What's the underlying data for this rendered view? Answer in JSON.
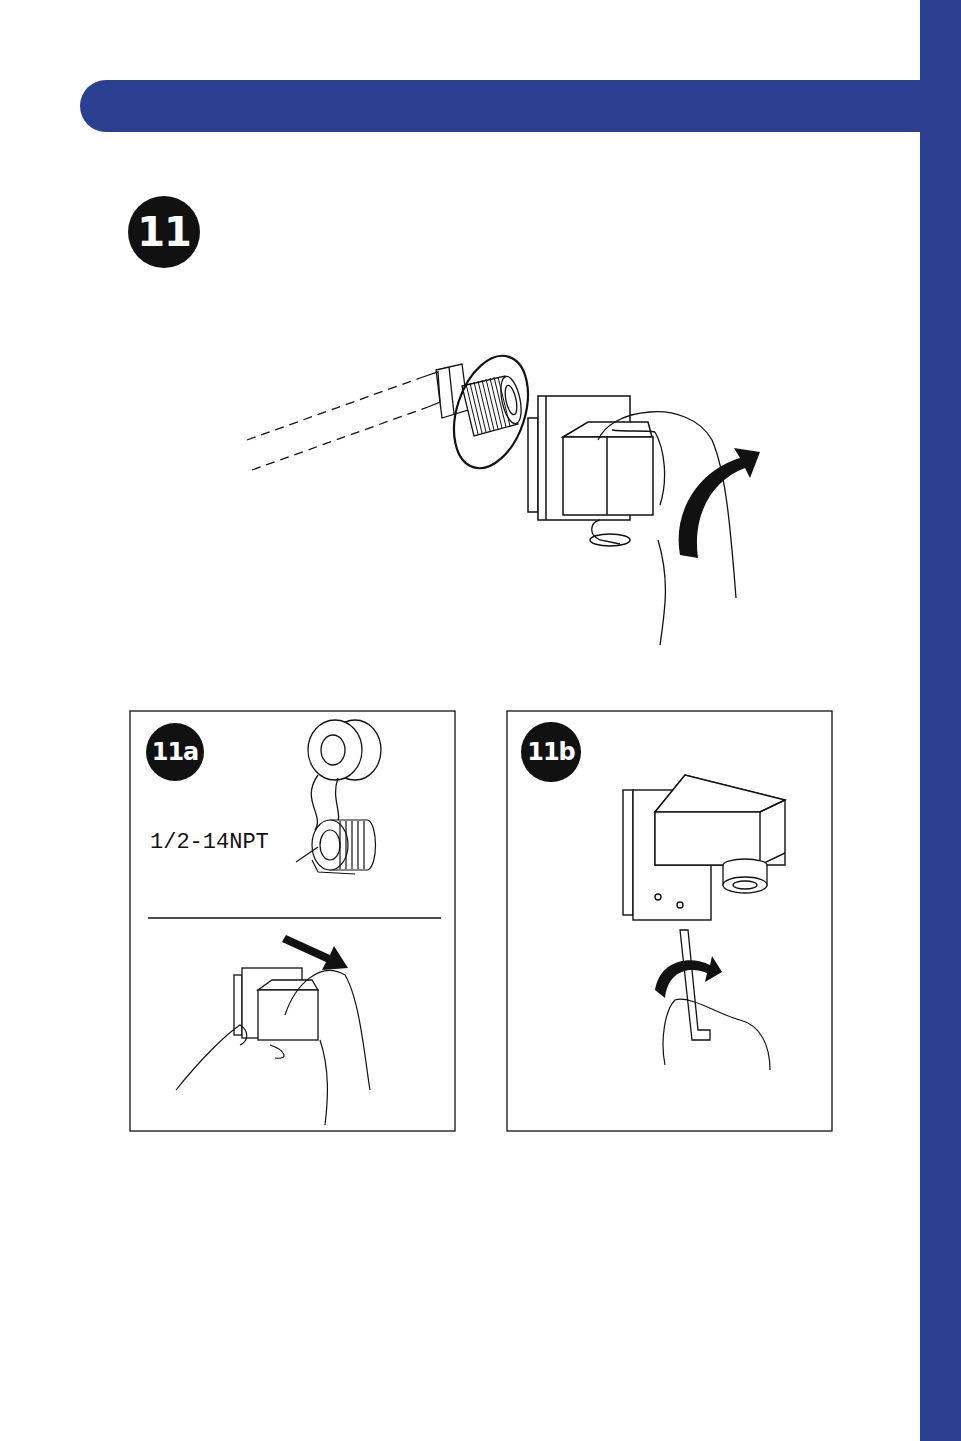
{
  "diagram": {
    "nodes": [
      {
        "text": [
          "11"
        ]
      },
      {
        "text": [
          "11a"
        ]
      },
      {
        "text": [
          "11b"
        ]
      }
    ],
    "labels": [
      "1/2-14NPT"
    ]
  }
}
